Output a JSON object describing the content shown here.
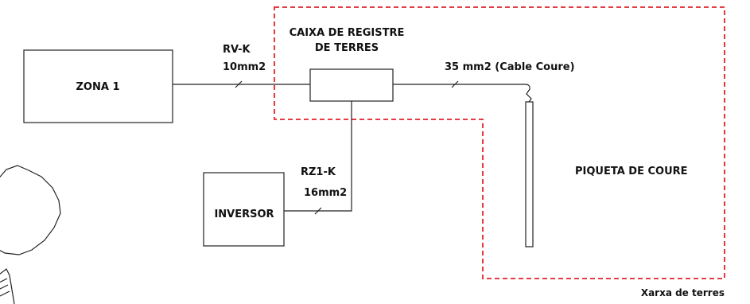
{
  "labels": {
    "zona": "ZONA 1",
    "caixa_line1": "CAIXA DE REGISTRE",
    "caixa_line2": "DE TERRES",
    "rvk_line1": "RV-K",
    "rvk_line2": "10mm2",
    "cable_coure": "35 mm2 (Cable Coure)",
    "piqueta": "PIQUETA DE COURE",
    "rz1k_line1": "RZ1-K",
    "rz1k_line2": "16mm2",
    "inversor": "INVERSOR",
    "xarxa": "Xarxa de terres"
  },
  "colors": {
    "boundary": "#e0232b",
    "line": "#222222"
  }
}
